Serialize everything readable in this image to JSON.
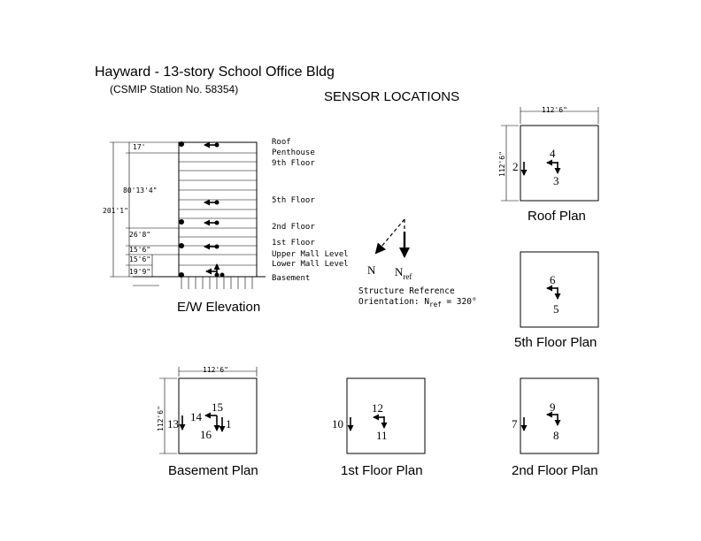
{
  "header": {
    "title": "Hayward - 13-story School Office Bldg",
    "station": "(CSMIP Station No. 58354)",
    "section_title": "SENSOR LOCATIONS"
  },
  "elevation": {
    "caption": "E/W Elevation",
    "floors": {
      "roof": "Roof",
      "penthouse": "Penthouse",
      "ninth": "9th Floor",
      "fifth": "5th Floor",
      "second": "2nd Floor",
      "first": "1st Floor",
      "upper_mall": "Upper Mall Level",
      "lower_mall": "Lower Mall Level",
      "basement": "Basement"
    },
    "dims": {
      "total": "201'1\"",
      "d_17": "17'",
      "d_mid": "80'13'4\"",
      "d_26": "26'8\"",
      "d_15a": "15'6\"",
      "d_15b": "15'6\"",
      "d_19": "19'9\""
    }
  },
  "orientation": {
    "n_label": "N",
    "nref_label": "N",
    "nref_sub": "ref",
    "caption_line1": "Structure Reference",
    "caption_line2_prefix": "Orientation: N",
    "caption_line2_sub": "ref",
    "caption_line2_suffix": " = 320°"
  },
  "plans": {
    "roof": {
      "caption": "Roof Plan",
      "dim_top": "112'6\"",
      "dim_side": "112'6\"",
      "s1": "2",
      "s2": "4",
      "s3": "3"
    },
    "fifth": {
      "caption": "5th Floor Plan",
      "s1": "6",
      "s2": "5"
    },
    "basement": {
      "caption": "Basement Plan",
      "dim_top": "112'6\"",
      "dim_side": "112'6\"",
      "s1": "13",
      "s2": "14",
      "s3": "15",
      "s4": "16",
      "s5": "1"
    },
    "first": {
      "caption": "1st Floor Plan",
      "s1": "10",
      "s2": "12",
      "s3": "11"
    },
    "second": {
      "caption": "2nd Floor Plan",
      "s1": "7",
      "s2": "9",
      "s3": "8"
    }
  }
}
